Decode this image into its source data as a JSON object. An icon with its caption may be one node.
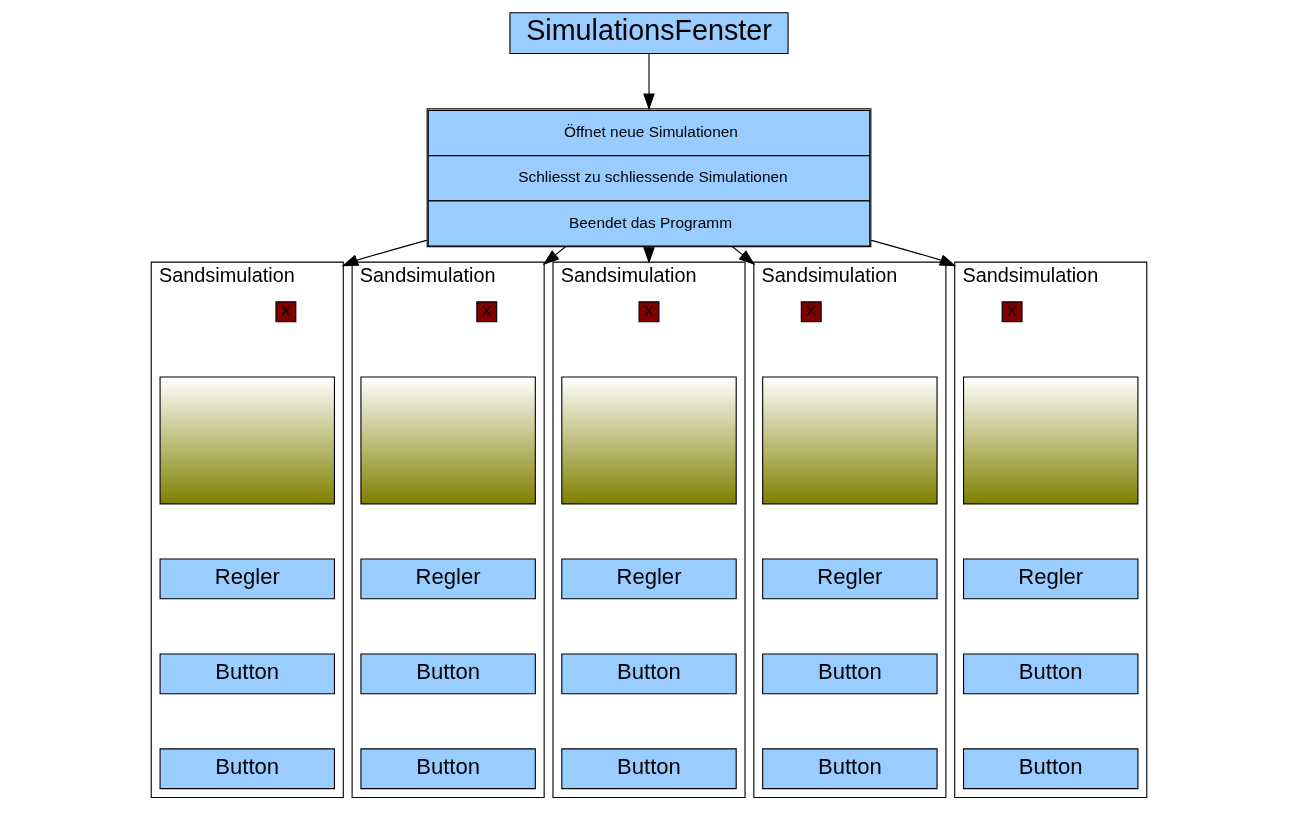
{
  "diagram": {
    "nodes": [
      {
        "text": [
          "SimulationsFenster"
        ]
      },
      {
        "text": [
          "Öffnet neue Simulationen",
          "Schliesst zu schliessende Simulationen",
          "Beendet das Programm"
        ]
      },
      {
        "text": [
          "Sandsimulation"
        ]
      },
      {
        "text": [
          "X"
        ],
        "in": 2
      },
      {
        "text": [],
        "shape": "picture",
        "in": 2
      },
      {
        "text": [
          "Regler"
        ],
        "in": 2
      },
      {
        "text": [
          "Button"
        ],
        "in": 2
      },
      {
        "text": [
          "Button"
        ],
        "in": 2
      },
      {
        "text": [
          "Sandsimulation"
        ]
      },
      {
        "text": [
          "X"
        ],
        "in": 8
      },
      {
        "text": [],
        "shape": "picture",
        "in": 8
      },
      {
        "text": [
          "Regler"
        ],
        "in": 8
      },
      {
        "text": [
          "Button"
        ],
        "in": 8
      },
      {
        "text": [
          "Button"
        ],
        "in": 8
      },
      {
        "text": [
          "Sandsimulation"
        ]
      },
      {
        "text": [
          "X"
        ],
        "in": 14
      },
      {
        "text": [],
        "shape": "picture",
        "in": 14
      },
      {
        "text": [
          "Regler"
        ],
        "in": 14
      },
      {
        "text": [
          "Button"
        ],
        "in": 14
      },
      {
        "text": [
          "Button"
        ],
        "in": 14
      },
      {
        "text": [
          "Sandsimulation"
        ]
      },
      {
        "text": [
          "X"
        ],
        "in": 20
      },
      {
        "text": [],
        "shape": "picture",
        "in": 20
      },
      {
        "text": [
          "Regler"
        ],
        "in": 20
      },
      {
        "text": [
          "Button"
        ],
        "in": 20
      },
      {
        "text": [
          "Button"
        ],
        "in": 20
      },
      {
        "text": [
          "Sandsimulation"
        ]
      },
      {
        "text": [
          "X"
        ],
        "in": 26
      },
      {
        "text": [],
        "shape": "picture",
        "in": 26
      },
      {
        "text": [
          "Regler"
        ],
        "in": 26
      },
      {
        "text": [
          "Button"
        ],
        "in": 26
      },
      {
        "text": [
          "Button"
        ],
        "in": 26
      }
    ],
    "edges": [
      {
        "from": 0,
        "to": 1,
        "arrow": "to"
      },
      {
        "from": 1,
        "to": 2,
        "arrow": "to"
      },
      {
        "from": 1,
        "to": 8,
        "arrow": "to"
      },
      {
        "from": 1,
        "to": 14,
        "arrow": "to"
      },
      {
        "from": 1,
        "to": 20,
        "arrow": "to"
      },
      {
        "from": 1,
        "to": 26,
        "arrow": "to"
      }
    ]
  }
}
